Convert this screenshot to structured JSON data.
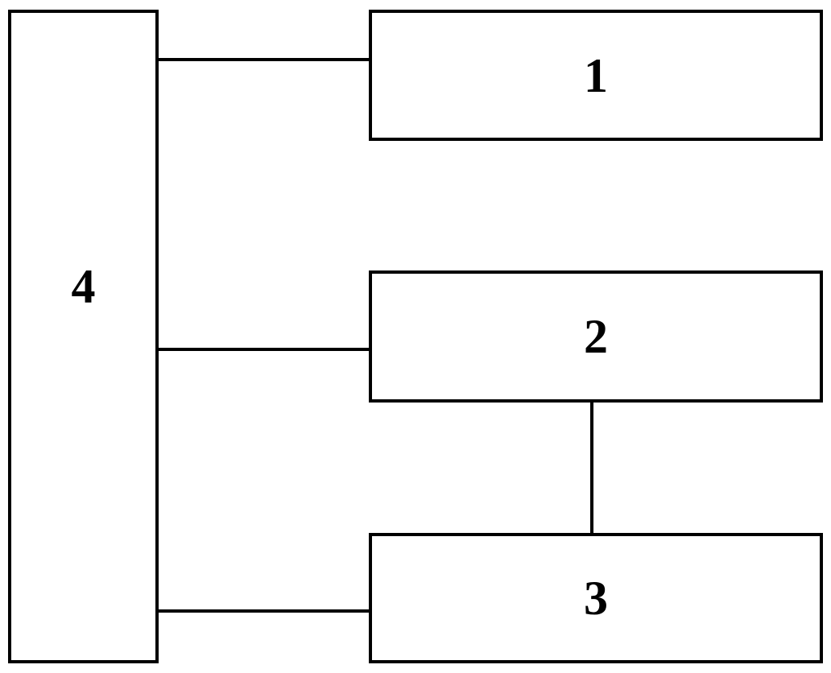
{
  "diagram": {
    "background_color": "#ffffff",
    "line_color": "#000000",
    "boxes": [
      {
        "id": "1",
        "label": "1",
        "position": "right-top"
      },
      {
        "id": "2",
        "label": "2",
        "position": "right-middle"
      },
      {
        "id": "3",
        "label": "3",
        "position": "right-bottom"
      },
      {
        "id": "4",
        "label": "4",
        "position": "left-tall"
      }
    ],
    "connections": [
      {
        "from": "4",
        "to": "1",
        "orientation": "horizontal"
      },
      {
        "from": "4",
        "to": "2",
        "orientation": "horizontal"
      },
      {
        "from": "4",
        "to": "3",
        "orientation": "horizontal"
      },
      {
        "from": "2",
        "to": "3",
        "orientation": "vertical"
      }
    ]
  }
}
